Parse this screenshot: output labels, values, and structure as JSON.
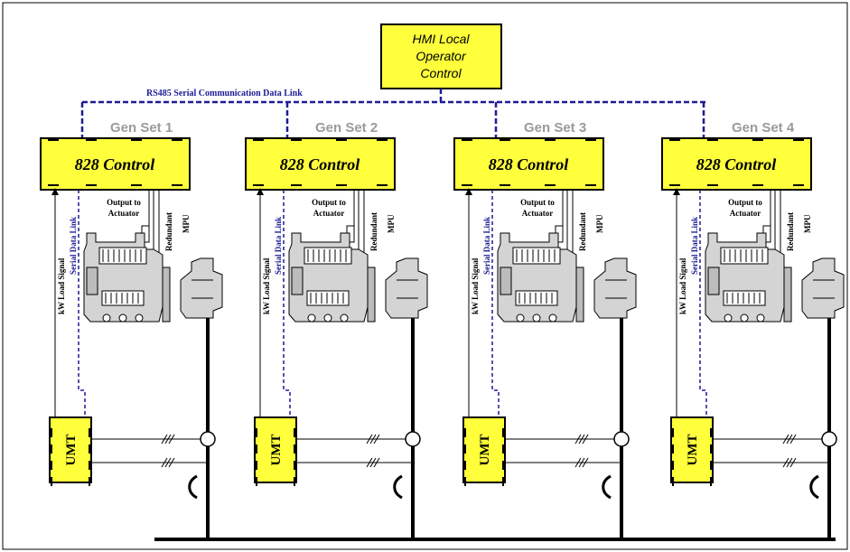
{
  "hmi": {
    "lines": [
      "HMI Local",
      "Operator",
      "Control"
    ]
  },
  "link_label": "RS485 Serial Communication Data Link",
  "colors": {
    "box_fill": "#ffff3c",
    "link": "#1c1c96",
    "genset_label": "#9a9a9a",
    "line": "#000000"
  },
  "gensets": [
    {
      "label": "Gen Set 1",
      "control": "828 Control",
      "output": [
        "Output to",
        "Actuator"
      ],
      "redundant": "Redundant",
      "mpu": "MPU",
      "kw": "kW Load Signal",
      "serial": "Serial Data Link",
      "umt": "UMT"
    },
    {
      "label": "Gen Set 2",
      "control": "828 Control",
      "output": [
        "Output to",
        "Actuator"
      ],
      "redundant": "Redundant",
      "mpu": "MPU",
      "kw": "kW Load Signal",
      "serial": "Serial Data Link",
      "umt": "UMT"
    },
    {
      "label": "Gen Set 3",
      "control": "828 Control",
      "output": [
        "Output to",
        "Actuator"
      ],
      "redundant": "Redundant",
      "mpu": "MPU",
      "kw": "kW Load Signal",
      "serial": "Serial Data Link",
      "umt": "UMT"
    },
    {
      "label": "Gen Set 4",
      "control": "828 Control",
      "output": [
        "Output to",
        "Actuator"
      ],
      "redundant": "Redundant",
      "mpu": "MPU",
      "kw": "kW Load Signal",
      "serial": "Serial Data Link",
      "umt": "UMT"
    }
  ]
}
